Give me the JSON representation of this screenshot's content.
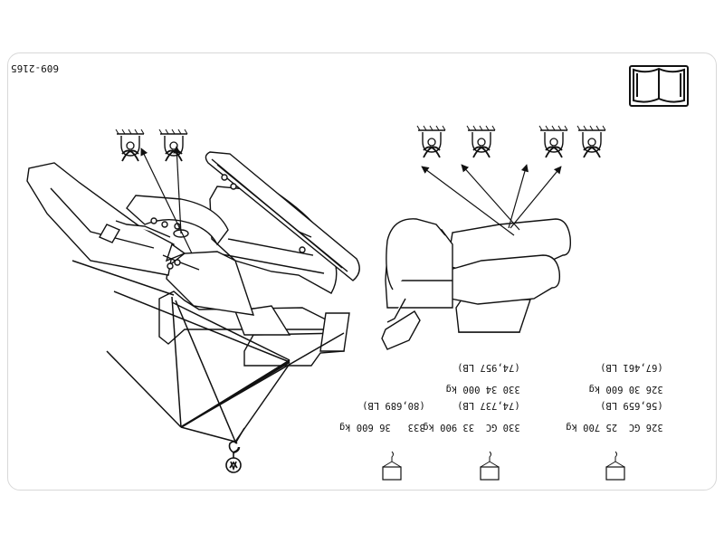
{
  "figure_code": "609-2165",
  "icons": {
    "manual": "book-open-icon",
    "lift_point": "tie-down-lug-icon",
    "hook": "crane-hook-icon",
    "load": "hanging-load-icon"
  },
  "lift_specs": [
    {
      "model": "326 GC",
      "weight_kg": "25 700 kg",
      "weight_lb": "(56,659 LB)",
      "alt_model": "326",
      "alt_weight_kg": "30 600 kg",
      "alt_weight_lb": "(67,461 LB)"
    },
    {
      "model": "330 GC",
      "weight_kg": "33 900 kg",
      "weight_lb": "(74,737 LB)",
      "alt_model": "330",
      "alt_weight_kg": "34 000 kg",
      "alt_weight_lb": "(74,957 LB)"
    },
    {
      "model": "333",
      "weight_kg": "36 600 kg",
      "weight_lb": "(80,689 LB)"
    }
  ]
}
